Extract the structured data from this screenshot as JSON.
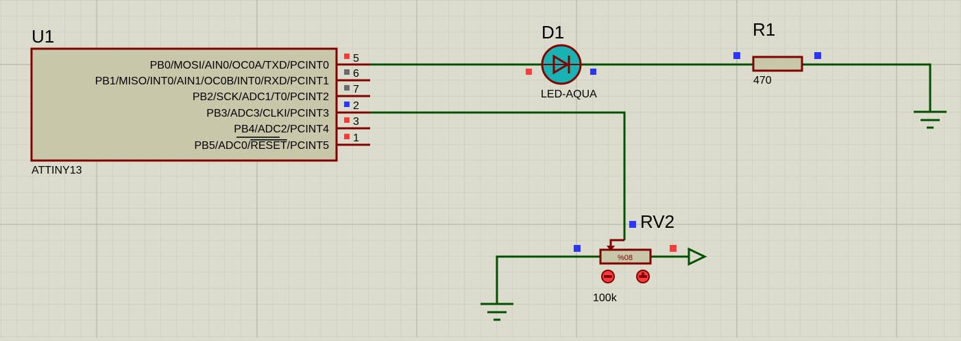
{
  "colors": {
    "background": "#dcdccc",
    "grid_minor": "#c6c6b6",
    "grid_major": "#b4b4a4",
    "component_outline": "#800000",
    "component_fill": "#c9c7a9",
    "wire": "#005000",
    "pin_marker_red": "#ff3b3b",
    "pin_marker_blue": "#2b35ff",
    "pin_marker_gray": "#6b6b6b",
    "led_fill": "#18b3b3",
    "text": "#000000"
  },
  "u1": {
    "ref": "U1",
    "part": "ATTINY13",
    "pins": [
      {
        "label": "PB0/MOSI/AIN0/OC0A/TXD/PCINT0",
        "number": "5",
        "marker": "red",
        "overline": ""
      },
      {
        "label": "PB1/MISO/INT0/AIN1/OC0B/INT0/RXD/PCINT1",
        "number": "6",
        "marker": "gray",
        "overline": ""
      },
      {
        "label": "PB2/SCK/ADC1/T0/PCINT2",
        "number": "7",
        "marker": "gray",
        "overline": ""
      },
      {
        "label": "PB3/ADC3/CLKI/PCINT3",
        "number": "2",
        "marker": "blue",
        "overline": ""
      },
      {
        "label": "PB4/ADC2/PCINT4",
        "number": "3",
        "marker": "red",
        "overline": ""
      },
      {
        "label_pre": "PB5/ADC0/",
        "label_over": "RESET",
        "label_post": "/PCINT5",
        "number": "1",
        "marker": "red"
      }
    ]
  },
  "d1": {
    "ref": "D1",
    "part": "LED-AQUA",
    "icon": "diode-symbol-icon"
  },
  "r1": {
    "ref": "R1",
    "value": "470"
  },
  "rv2": {
    "ref": "RV2",
    "value": "100k",
    "wiper_label": "%08",
    "icons": [
      "decrease-knob-icon",
      "increase-knob-icon"
    ]
  },
  "grounds": [
    "ground-symbol-icon",
    "ground-symbol-icon"
  ],
  "terminals": [
    "output-terminal-arrow-icon"
  ]
}
